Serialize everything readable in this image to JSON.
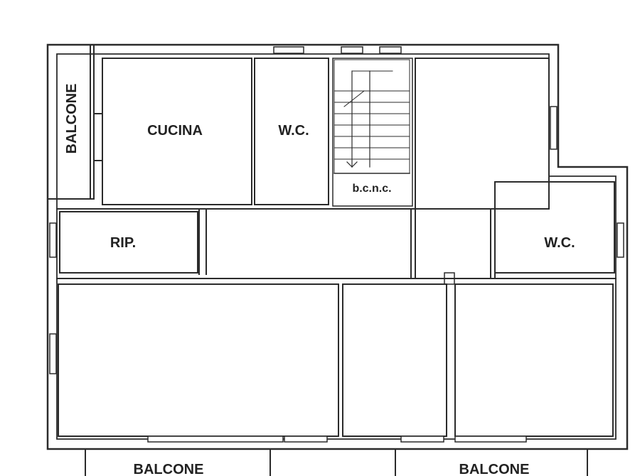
{
  "floor_plan": {
    "rooms": {
      "balcone_left": "BALCONE",
      "cucina": "CUCINA",
      "wc_top": "W.C.",
      "bcnc": "b.c.n.c.",
      "rip": "RIP.",
      "wc_right": "W.C.",
      "balcone_bottom_left": "BALCONE",
      "balcone_bottom_right": "BALCONE"
    },
    "colors": {
      "wall": "#2b2b2b",
      "background": "#ffffff"
    }
  }
}
